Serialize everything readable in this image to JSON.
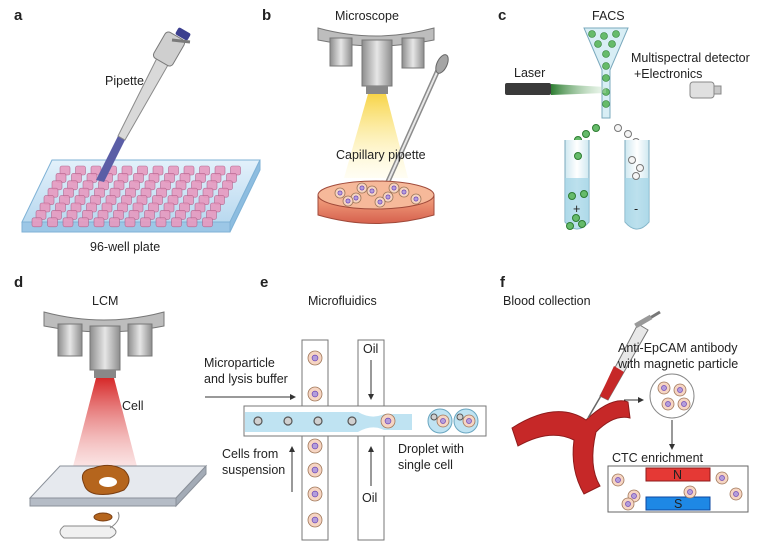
{
  "panels": {
    "a": {
      "letter": "a",
      "pipette": "Pipette",
      "plate": "96-well plate"
    },
    "b": {
      "letter": "b",
      "microscope": "Microscope",
      "capillary": "Capillary pipette"
    },
    "c": {
      "letter": "c",
      "facs": "FACS",
      "laser": "Laser",
      "detector_line1": "Multispectral detector",
      "detector_line2": "+Electronics",
      "plus": "+",
      "minus": "-"
    },
    "d": {
      "letter": "d",
      "lcm": "LCM",
      "cell": "Cell"
    },
    "e": {
      "letter": "e",
      "title": "Microfluidics",
      "oil_top": "Oil",
      "oil_bottom": "Oil",
      "micro_line1": "Microparticle",
      "micro_line2": "and lysis buffer",
      "cells_line1": "Cells from",
      "cells_line2": "suspension",
      "droplet_line1": "Droplet with",
      "droplet_line2": "single cell"
    },
    "f": {
      "letter": "f",
      "blood": "Blood collection",
      "anti_line1": "Anti-EpCAM antibody",
      "anti_line2": "with magnetic particle",
      "ctc": "CTC enrichment",
      "north": "N",
      "south": "S"
    }
  },
  "colors": {
    "steel": "#9a9a9a",
    "laser_green": "#4caf50",
    "cell_pink": "#e7a9c9",
    "lcm_red": "#d62828",
    "channel_blue": "#bfe3f2",
    "blood_red": "#c62828",
    "magnet_red": "#e53935",
    "magnet_blue": "#1e88e5"
  }
}
